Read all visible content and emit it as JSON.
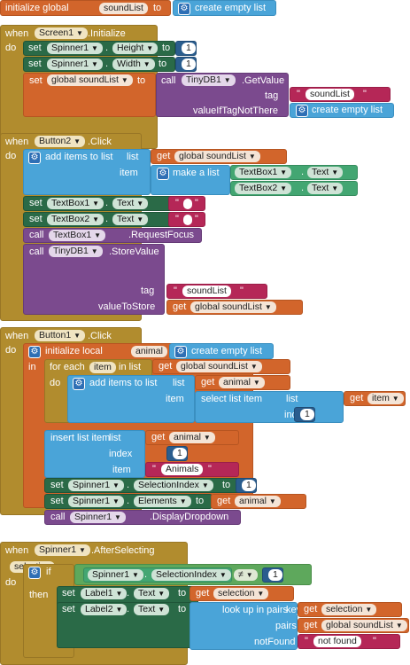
{
  "global_init": {
    "prefix": "initialize global",
    "name": "soundList",
    "to": "to",
    "value": "create empty list"
  },
  "screen_init": {
    "when": "when",
    "component": "Screen1",
    "event": ".Initialize",
    "do": "do",
    "set_height": {
      "set": "set",
      "component": "Spinner1",
      "prop": "Height",
      "to": "to",
      "value": "1"
    },
    "set_width": {
      "set": "set",
      "component": "Spinner1",
      "prop": "Width",
      "to": "to",
      "value": "1"
    },
    "set_global": {
      "set": "set",
      "var": "global soundList",
      "to": "to",
      "call": "call",
      "component": "TinyDB1",
      "method": ".GetValue",
      "tag_label": "tag",
      "tag_value": "soundList",
      "notthere_label": "valueIfTagNotThere",
      "notthere_value": "create empty list"
    }
  },
  "button2_click": {
    "when": "when",
    "component": "Button2",
    "event": ".Click",
    "do": "do",
    "add_items": "add items to list",
    "list_label": "list",
    "get": "get",
    "list_var": "global soundList",
    "item_label": "item",
    "make_list": "make a list",
    "tb1": "TextBox1",
    "tb2": "TextBox2",
    "text_prop": "Text",
    "set1": {
      "set": "set",
      "component": "TextBox1",
      "prop": "Text",
      "to": "to"
    },
    "set2": {
      "set": "set",
      "component": "TextBox2",
      "prop": "Text",
      "to": "to"
    },
    "quote": "\"",
    "call_focus": {
      "call": "call",
      "component": "TextBox1",
      "method": ".RequestFocus"
    },
    "call_store": {
      "call": "call",
      "component": "TinyDB1",
      "method": ".StoreValue",
      "tag_label": "tag",
      "tag_value": "soundList",
      "vts_label": "valueToStore",
      "vts_var": "global soundList"
    }
  },
  "button1_click": {
    "when": "when",
    "component": "Button1",
    "event": ".Click",
    "do": "do",
    "init_local": "initialize local",
    "local_name": "animal",
    "to": "to",
    "empty": "create empty list",
    "in": "in",
    "for_each": "for each",
    "item_name": "item",
    "in_list": "in list",
    "global_list": "global soundList",
    "add_items": "add items to list",
    "list_label": "list",
    "get": "get",
    "animal": "animal",
    "item_label": "item",
    "select_item": "select list item",
    "index_label": "index",
    "one": "1",
    "insert_item": "insert list item",
    "animals": "Animals",
    "set_sel": {
      "set": "set",
      "component": "Spinner1",
      "prop": "SelectionIndex",
      "to": "to",
      "value": "1"
    },
    "set_el": {
      "set": "set",
      "component": "Spinner1",
      "prop": "Elements",
      "to": "to"
    },
    "call_dd": {
      "call": "call",
      "component": "Spinner1",
      "method": ".DisplayDropdown"
    }
  },
  "spinner_after": {
    "when": "when",
    "component": "Spinner1",
    "event": ".AfterSelecting",
    "param": "selection",
    "do": "do",
    "if": "if",
    "then": "then",
    "prop": "SelectionIndex",
    "op": "≠",
    "value": "1",
    "set_l1": {
      "set": "set",
      "component": "Label1",
      "prop": "Text",
      "to": "to",
      "get": "get",
      "var": "selection"
    },
    "set_l2": {
      "set": "set",
      "component": "Label2",
      "prop": "Text",
      "to": "to"
    },
    "lookup": "look up in pairs",
    "key_label": "key",
    "pairs_label": "pairs",
    "notfound_label": "notFound",
    "notfound_value": "not found",
    "global_list": "global soundList"
  },
  "colors": {
    "variables": "#d2652b",
    "control": "#b18c2e",
    "component_set": "#2a6a47",
    "component_call": "#7b4a8e",
    "lists": "#4aa4d8",
    "text": "#b52757",
    "math": "#2a5d8e",
    "logic": "#5ea85c"
  }
}
